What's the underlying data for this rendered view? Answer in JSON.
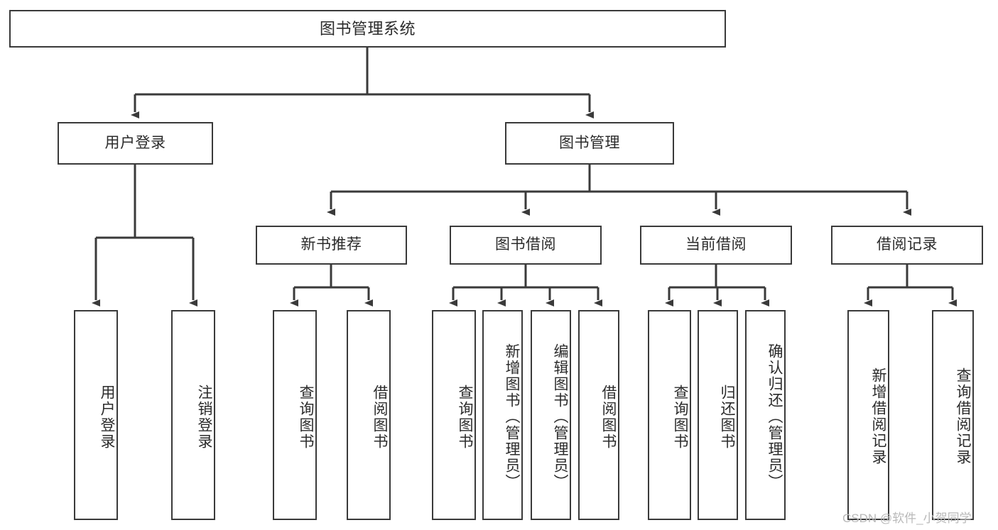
{
  "diagram": {
    "title": "图书管理系统",
    "watermark": "CSDN @软件_小贺同学",
    "colors": {
      "box_border": "#3a3a3a",
      "line": "#3a3a3a",
      "text": "#2b2b2b",
      "background": "#ffffff",
      "watermark": "#b9b9b9"
    }
  },
  "nodes": {
    "root": {
      "label": "图书管理系统"
    },
    "level2": [
      {
        "label": "用户登录"
      },
      {
        "label": "图书管理"
      }
    ],
    "level3": [
      {
        "label": "新书推荐"
      },
      {
        "label": "图书借阅"
      },
      {
        "label": "当前借阅"
      },
      {
        "label": "借阅记录"
      }
    ],
    "leaves": {
      "user_login": [
        {
          "label": "用户登录"
        },
        {
          "label": "注销登录"
        }
      ],
      "new_book_recommend": [
        {
          "label": "查询图书"
        },
        {
          "label": "借阅图书"
        }
      ],
      "book_borrow": [
        {
          "label": "查询图书"
        },
        {
          "label": "新增图书（管理员）"
        },
        {
          "label": "编辑图书（管理员）"
        },
        {
          "label": "借阅图书"
        }
      ],
      "current_borrow": [
        {
          "label": "查询图书"
        },
        {
          "label": "归还图书"
        },
        {
          "label": "确认归还（管理员）"
        }
      ],
      "borrow_record": [
        {
          "label": "新增借阅记录"
        },
        {
          "label": "查询借阅记录"
        }
      ]
    }
  }
}
